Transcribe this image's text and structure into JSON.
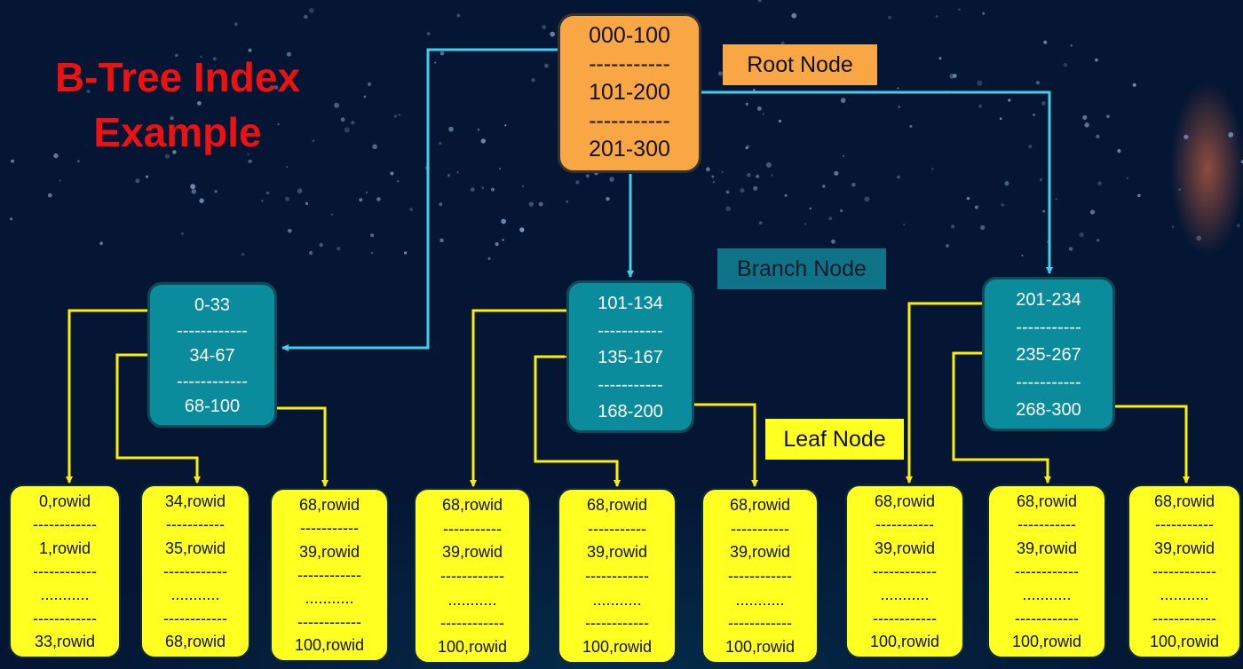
{
  "title": {
    "line1": "B-Tree Index",
    "line2": "Example"
  },
  "labels": {
    "root": "Root Node",
    "branch": "Branch Node",
    "leaf": "Leaf Node"
  },
  "colors": {
    "background": "#041634",
    "title": "#ee1111",
    "root_node": "#f8a744",
    "branch_node": "#0a8c9c",
    "leaf_node": "#ffff22",
    "root_to_branch_arrow": "#3fd0ec",
    "branch_to_leaf_arrow": "#ffee00"
  },
  "root": {
    "lines": [
      "000-100",
      "-----------",
      "101-200",
      "-----------",
      "201-300"
    ]
  },
  "branches": [
    {
      "lines": [
        "0-33",
        "------------",
        "34-67",
        "------------",
        "68-100"
      ]
    },
    {
      "lines": [
        "101-134",
        "-----------",
        "135-167",
        "-----------",
        "168-200"
      ]
    },
    {
      "lines": [
        "201-234",
        "-----------",
        "235-267",
        "-----------",
        "268-300"
      ]
    }
  ],
  "leaves": [
    {
      "lines": [
        "0,rowid",
        "------------",
        "1,rowid",
        "------------",
        "...........",
        "------------",
        "33,rowid"
      ]
    },
    {
      "lines": [
        "34,rowid",
        "-----------",
        "35,rowid",
        "------------",
        "...........",
        "------------",
        "68,rowid"
      ]
    },
    {
      "lines": [
        "68,rowid",
        "-----------",
        "39,rowid",
        "------------",
        "...........",
        "------------",
        "100,rowid"
      ]
    },
    {
      "lines": [
        "68,rowid",
        "-----------",
        "39,rowid",
        "------------",
        "...........",
        "------------",
        "100,rowid"
      ]
    },
    {
      "lines": [
        "68,rowid",
        "-----------",
        "39,rowid",
        "------------",
        "...........",
        "------------",
        "100,rowid"
      ]
    },
    {
      "lines": [
        "68,rowid",
        "-----------",
        "39,rowid",
        "------------",
        "...........",
        "------------",
        "100,rowid"
      ]
    },
    {
      "lines": [
        "68,rowid",
        "-----------",
        "39,rowid",
        "------------",
        "...........",
        "------------",
        "100,rowid"
      ]
    },
    {
      "lines": [
        "68,rowid",
        "-----------",
        "39,rowid",
        "------------",
        "...........",
        "------------",
        "100,rowid"
      ]
    },
    {
      "lines": [
        "68,rowid",
        "-----------",
        "39,rowid",
        "------------",
        "...........",
        "------------",
        "100,rowid"
      ]
    }
  ]
}
